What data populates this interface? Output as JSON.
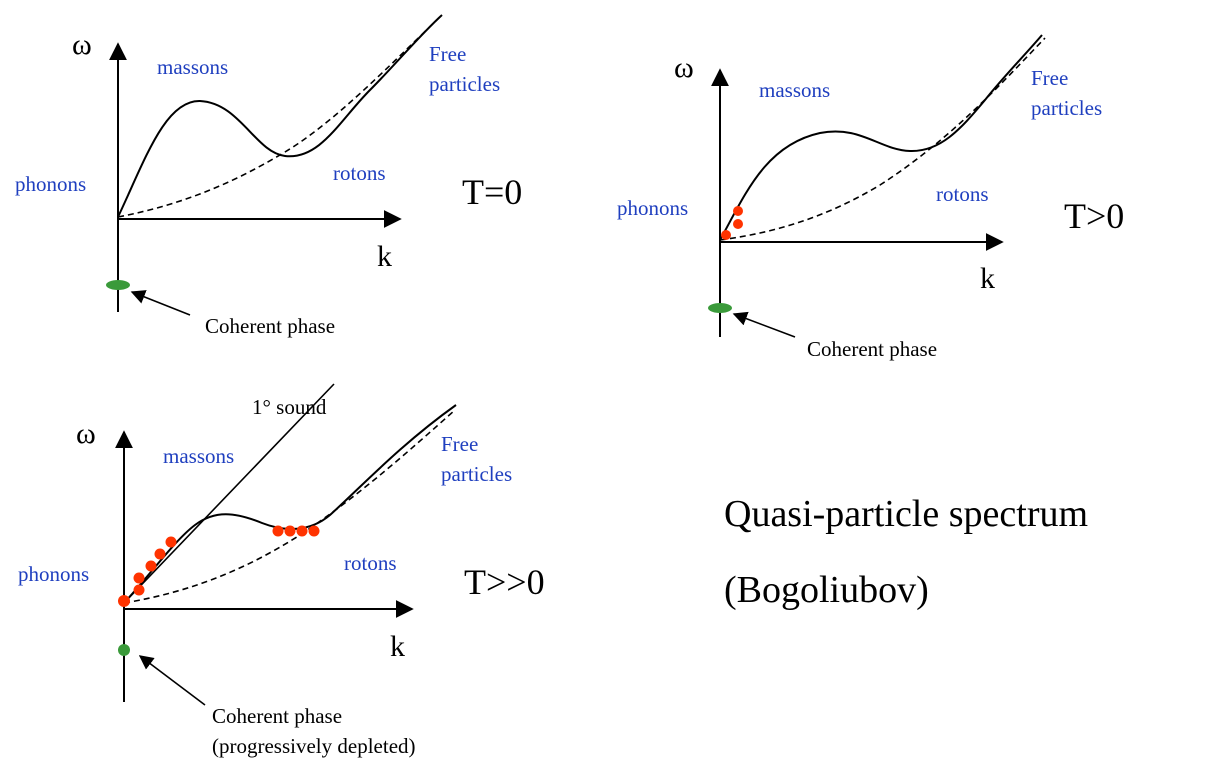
{
  "panels": [
    {
      "omega": "ω",
      "k": "k",
      "massons": "massons",
      "free": [
        "Free",
        "particles"
      ],
      "phonons": "phonons",
      "rotons": "rotons",
      "temp": "T=0",
      "coherent": [
        "Coherent phase"
      ]
    },
    {
      "omega": "ω",
      "k": "k",
      "massons": "massons",
      "free": [
        "Free",
        "particles"
      ],
      "phonons": "phonons",
      "rotons": "rotons",
      "temp": "T>0",
      "coherent": [
        "Coherent phase"
      ]
    },
    {
      "omega": "ω",
      "k": "k",
      "massons": "massons",
      "free": [
        "Free",
        "particles"
      ],
      "phonons": "phonons",
      "rotons": "rotons",
      "temp": "T>>0",
      "sound": "1° sound",
      "coherent": [
        "Coherent phase",
        "(progressively depleted)"
      ]
    }
  ],
  "caption": {
    "line1": "Quasi-particle spectrum",
    "line2": "(Bogoliubov)"
  },
  "colors": {
    "label_blue": "#1f3fbf",
    "dot_red": "#ff3300",
    "dot_green": "#3a9a3a"
  }
}
